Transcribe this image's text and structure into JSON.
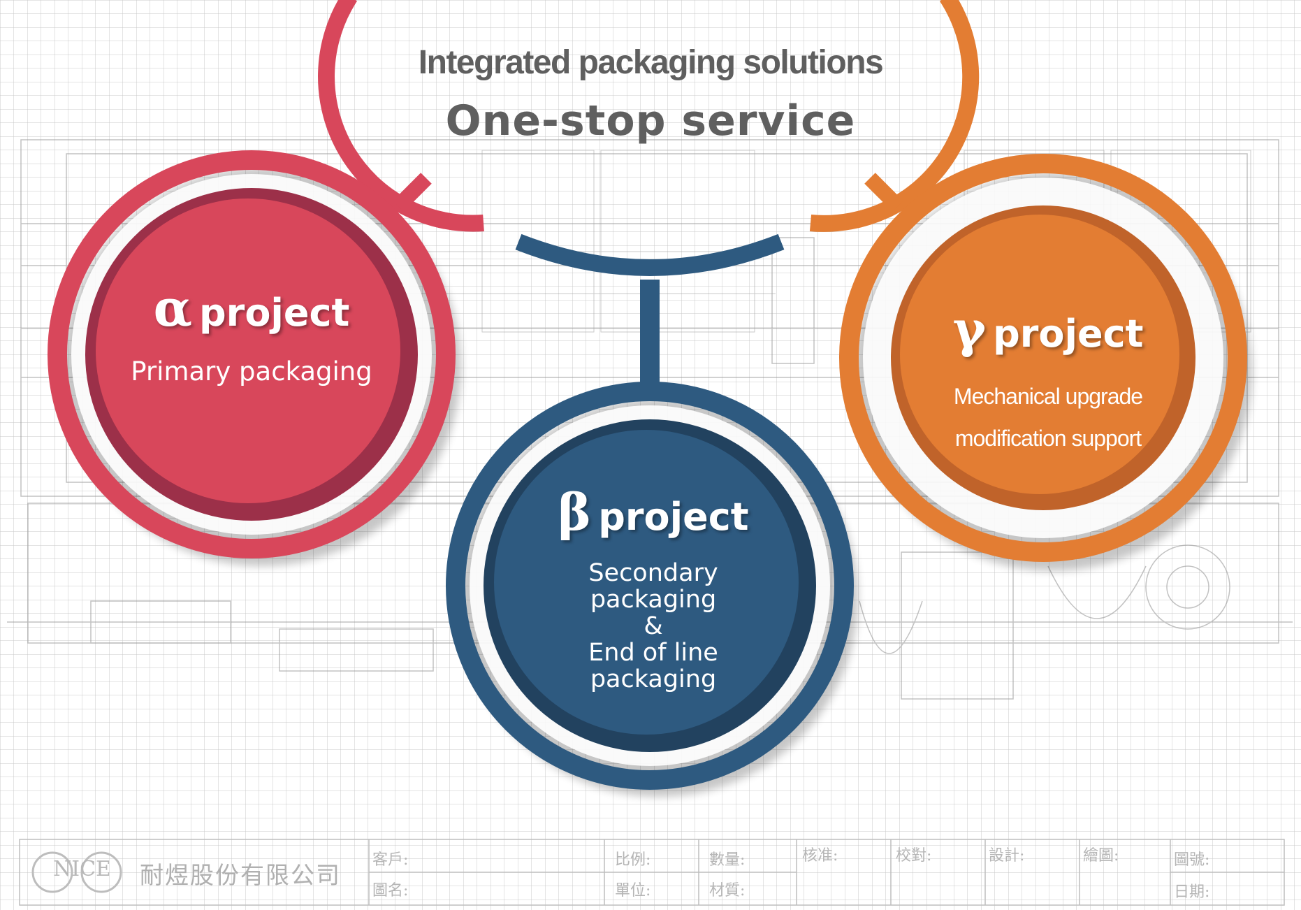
{
  "header": {
    "title": "Integrated packaging solutions",
    "subtitle": "One-stop service"
  },
  "projects": [
    {
      "symbol": "α",
      "name": "project",
      "subtitle": "Primary packaging",
      "color": "#d8475b"
    },
    {
      "symbol": "β",
      "name": "project",
      "subtitle_lines": [
        "Secondary",
        "packaging",
        "&",
        "End of line",
        "packaging"
      ],
      "color": "#2e5a80"
    },
    {
      "symbol": "γ",
      "name": "project",
      "subtitle_lines": [
        "Mechanical upgrade",
        "modification support"
      ],
      "color": "#e37d33"
    }
  ],
  "title_block": {
    "logo": "NICE",
    "company": "耐煜股份有限公司",
    "labels": {
      "customer": "客戶:",
      "drawing_name": "圖名:",
      "scale": "比例:",
      "unit": "單位:",
      "quantity": "數量:",
      "material": "材質:",
      "approve": "核准:",
      "check": "校對:",
      "design": "設計:",
      "draw": "繪圖:",
      "drawing_no": "圖號:",
      "date": "日期:"
    }
  }
}
